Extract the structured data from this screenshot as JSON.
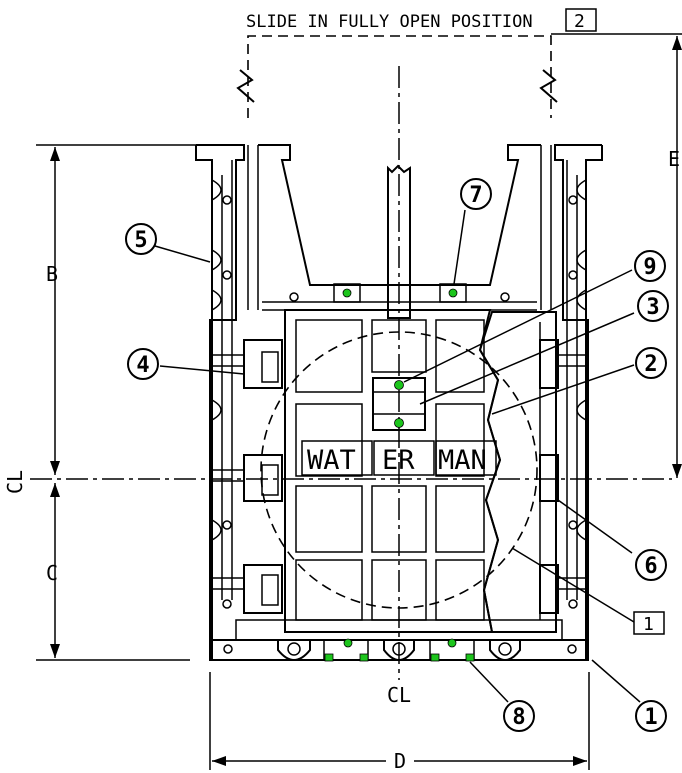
{
  "header_note": {
    "text": "SLIDE IN FULLY OPEN POSITION",
    "tag": "2"
  },
  "dimensions": {
    "b": "B",
    "c": "C",
    "d": "D",
    "e": "E"
  },
  "centerlines": {
    "horizontal": "CL",
    "vertical": "CL"
  },
  "logo": {
    "part1": "WAT",
    "part2": "ER",
    "part3": "MAN"
  },
  "balloons": [
    "1",
    "2",
    "3",
    "4",
    "5",
    "6",
    "7",
    "8",
    "9"
  ],
  "tag_box": "1",
  "colors": {
    "line": "#000000",
    "fastener": "#1cc51c",
    "background": "#ffffff"
  }
}
